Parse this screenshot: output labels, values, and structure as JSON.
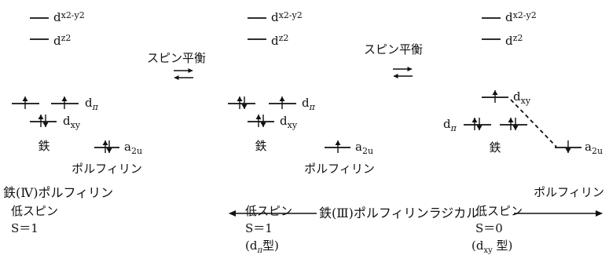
{
  "panels": [
    {
      "orbitals": {
        "dx2y2": "d",
        "dx2y2_sub": "x2-y2",
        "dz2": "d",
        "dz2_sub": "z2",
        "dpi": "d",
        "dpi_sub": "π",
        "dxy": "d",
        "dxy_sub": "xy",
        "a2u": "a",
        "a2u_sub": "2u"
      },
      "iron_label": "鉄",
      "porphyrin_label": "ポルフィリン",
      "title": "鉄(Ⅳ)ポルフィリン",
      "spin_state": "低スピン",
      "spin_value": "S＝1"
    },
    {
      "orbitals": {
        "dx2y2": "d",
        "dx2y2_sub": "x2-y2",
        "dz2": "d",
        "dz2_sub": "z2",
        "dpi": "d",
        "dpi_sub": "π",
        "dxy": "d",
        "dxy_sub": "xy",
        "a2u": "a",
        "a2u_sub": "2u"
      },
      "iron_label": "鉄",
      "porphyrin_label": "ポルフィリン",
      "spin_state": "低スピン",
      "spin_value": "S＝1",
      "type_open": "(d",
      "type_sub": "π",
      "type_close": "型)"
    },
    {
      "orbitals": {
        "dx2y2": "d",
        "dx2y2_sub": "x2-y2",
        "dz2": "d",
        "dz2_sub": "z2",
        "dpi": "d",
        "dpi_sub": "π",
        "dxy": "d",
        "dxy_sub": "xy",
        "a2u": "a",
        "a2u_sub": "2u"
      },
      "iron_label": "鉄",
      "porphyrin_label": "ポルフィリン",
      "spin_state": "低スピン",
      "spin_value": "S＝0",
      "type_open": "(d",
      "type_sub": "xy",
      "type_close": " 型)"
    }
  ],
  "equilibrium_label": "スピン平衡",
  "radical_label": "鉄(Ⅲ)ポルフィリンラジカル"
}
